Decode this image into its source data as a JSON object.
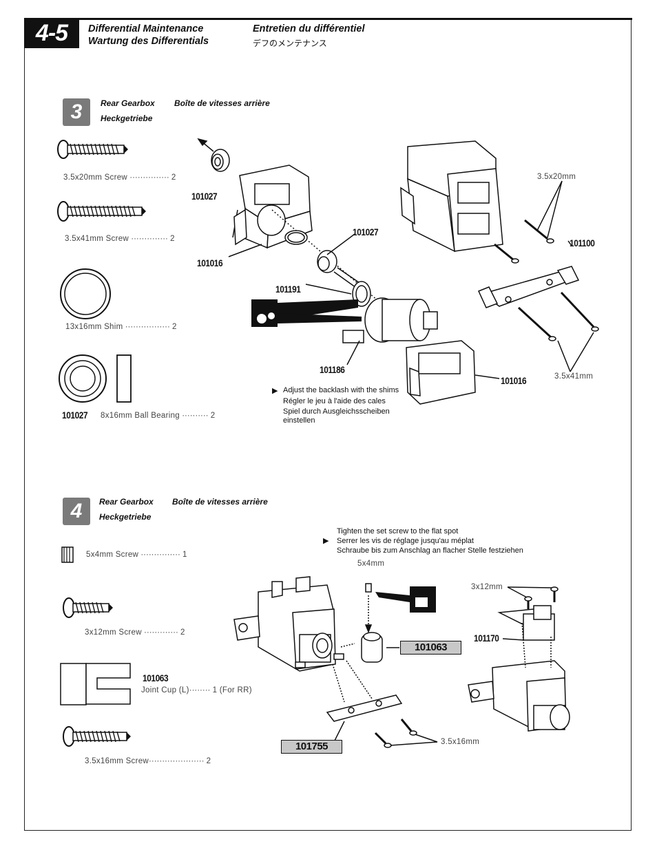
{
  "header": {
    "page_number": "4-5",
    "title_en": "Differential Maintenance",
    "title_de": "Wartung des Differentials",
    "title_fr": "Entretien du différentiel",
    "title_jp": "デフのメンテナンス"
  },
  "step3": {
    "number": "3",
    "title_en": "Rear Gearbox",
    "title_fr": "Boîte de vitesses arrière",
    "title_de": "Heckgetriebe",
    "parts": [
      {
        "name": "3.5x20mm  Screw",
        "qty": "2"
      },
      {
        "name": "3.5x41mm  Screw",
        "qty": "2"
      },
      {
        "name": "13x16mm Shim",
        "qty": "2"
      },
      {
        "code": "101027",
        "name": "8x16mm Ball Bearing",
        "qty": "2"
      }
    ],
    "callouts": {
      "bearing_top": "101027",
      "bearing_mid": "101027",
      "case_left": "101016",
      "pinion": "101191",
      "diff": "101186",
      "case_right": "101016",
      "brace": "101100",
      "screw_20": "3.5x20mm",
      "screw_41": "3.5x41mm"
    },
    "note_lines": [
      "Adjust the backlash with the shims",
      "Régler le jeu à l'aide des cales",
      "Spiel durch Ausgleichsscheiben",
      "einstellen"
    ]
  },
  "step4": {
    "number": "4",
    "title_en": "Rear Gearbox",
    "title_fr": "Boîte de vitesses arrière",
    "title_de": "Heckgetriebe",
    "parts": [
      {
        "name": "5x4mm  Screw",
        "qty": "1"
      },
      {
        "name": "3x12mm Screw",
        "qty": "2"
      },
      {
        "code": "101063",
        "name": "Joint  Cup (L)",
        "qty": "1  (For RR)"
      },
      {
        "name": "3.5x16mm  Screw",
        "qty": "2"
      }
    ],
    "note_lines": [
      "Tighten the set screw to the flat spot",
      "Serrer les vis de réglage jusqu'au méplat",
      "Schraube bis zum Anschlag an flacher Stelle festziehen"
    ],
    "callouts": {
      "setscrew": "5x4mm",
      "jointcup": "101063",
      "brace": "101755",
      "screw_16": "3.5x16mm",
      "screw_12": "3x12mm",
      "mount": "101170"
    }
  },
  "colors": {
    "ink": "#111111",
    "gray_badge": "#7a7a7a",
    "box_fill": "#c8c8c8"
  }
}
